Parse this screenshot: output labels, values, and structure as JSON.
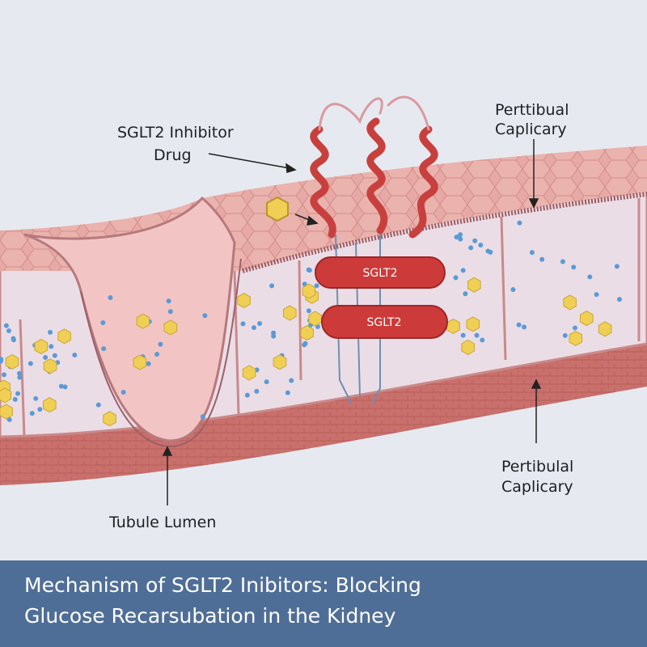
{
  "labels": {
    "drug_line1": "SGLT2 Inhibitor",
    "drug_line2": "Drug",
    "top_right_line1": "Perttibual",
    "top_right_line2": "Caplicary",
    "bottom_right_line1": "Pertibulal",
    "bottom_right_line2": "Caplicary",
    "lumen": "Tubule Lumen",
    "transporter_1": "SGLT2",
    "transporter_2": "SGLT2"
  },
  "title": {
    "line1": "Mechanism of SGLT2 Inibitors: Blocking",
    "line2": "Glucose Recarsubation in the Kidney"
  },
  "colors": {
    "background": "#e6eaf0",
    "banner": "#4f6e97",
    "tissue_pink": "#e3a3a0",
    "cell_fill": "#ece3ee",
    "transporter_red": "#cc3a3a",
    "glucose_yellow": "#f0cf55",
    "sodium_blue": "#5b9ad6"
  }
}
